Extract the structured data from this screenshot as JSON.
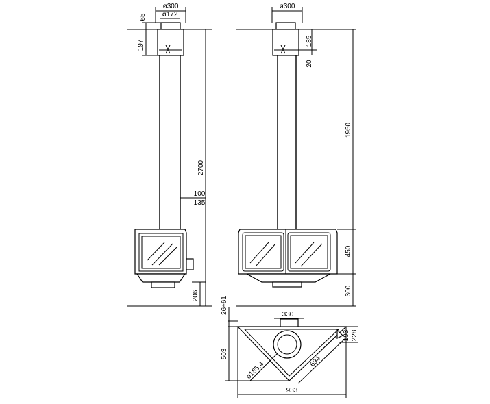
{
  "dimensions": {
    "front": {
      "top_width": "ø300",
      "pipe_diameter": "ø172",
      "collar_height": "65",
      "upper_section": "197",
      "overall_height": "2700",
      "pipe_offset_a": "100",
      "pipe_offset_b": "135",
      "bottom_clearance": "206"
    },
    "side": {
      "top_width": "ø300",
      "collar_height": "185",
      "gap": "20",
      "pipe_length": "1950",
      "body_height": "450",
      "base_height": "300"
    },
    "plan": {
      "outlet_width": "330",
      "offset": "26÷61",
      "depth": "503",
      "diagonal": "694",
      "corner_depth": "193",
      "corner_total": "228",
      "flue_diameter": "ø185,4",
      "overall_width": "933"
    }
  }
}
